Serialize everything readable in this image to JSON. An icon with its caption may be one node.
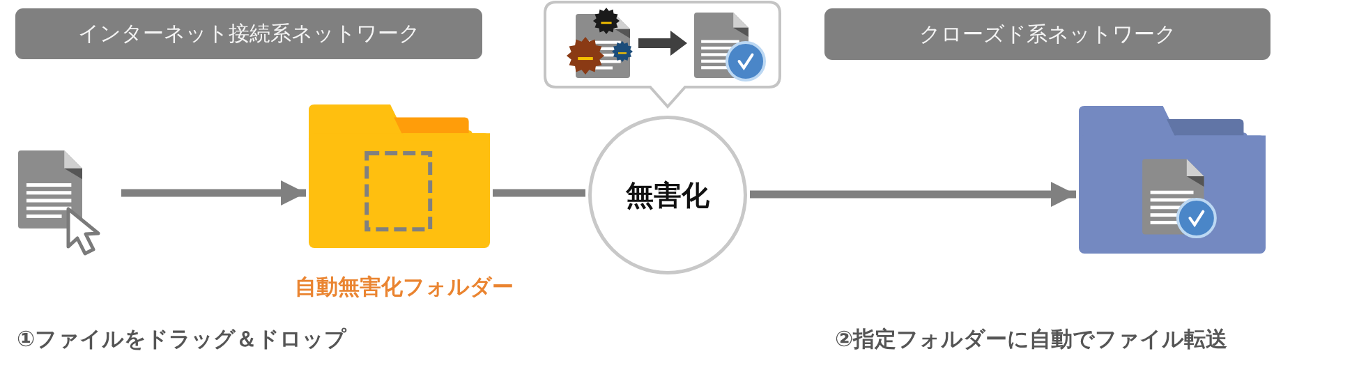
{
  "diagram": {
    "nodes": [
      {
        "text": [
          "インターネット接続系ネットワーク"
        ]
      },
      {
        "text": [
          "クローズド系ネットワーク"
        ]
      },
      {
        "text": [],
        "shape": "document"
      },
      {
        "text": [],
        "shape": "folder",
        "beside": [
          "自動無害化フォルダー"
        ]
      },
      {
        "text": [
          "無害化"
        ]
      },
      {
        "text": [],
        "shape": "folder"
      }
    ],
    "edges": [
      {
        "from": 2,
        "to": 3,
        "arrow": "to"
      },
      {
        "from": 3,
        "to": 4,
        "arrow": "none"
      },
      {
        "from": 4,
        "to": 5,
        "arrow": "to"
      }
    ],
    "labels": [
      "①ファイルをドラッグ＆ドロップ",
      "②指定フォルダーに自動でファイル転送"
    ]
  }
}
